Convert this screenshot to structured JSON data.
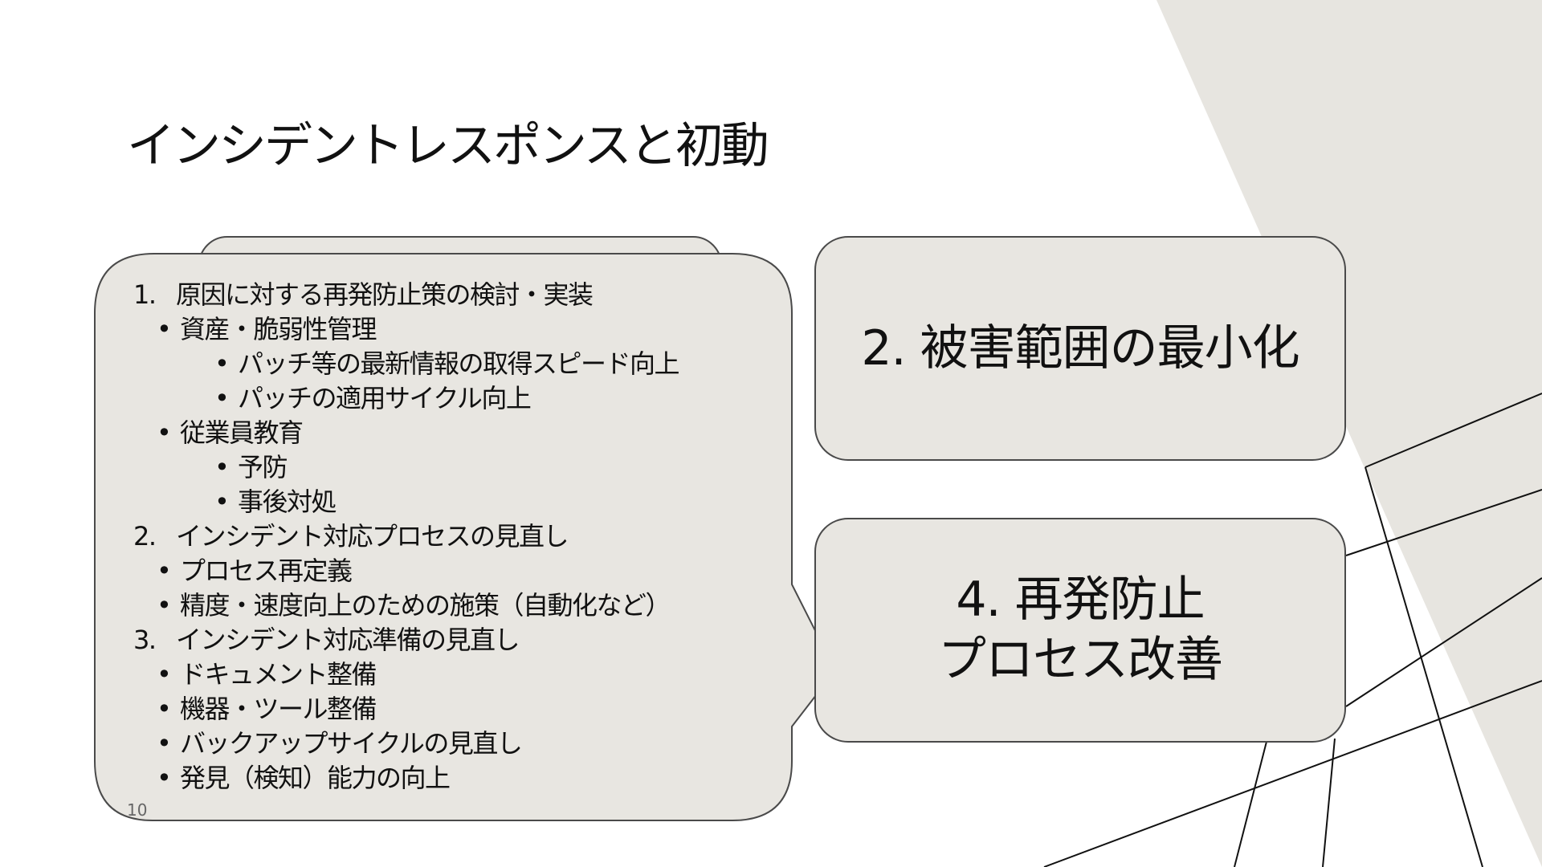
{
  "slide": {
    "title": "インシデントレスポンスと初動",
    "page_number": "10",
    "callout": {
      "items": [
        {
          "level": 1,
          "marker": "1.",
          "text": "原因に対する再発防止策の検討・実装"
        },
        {
          "level": 2,
          "marker": "•",
          "text": "資産・脆弱性管理"
        },
        {
          "level": 3,
          "marker": "•",
          "text": "パッチ等の最新情報の取得スピード向上"
        },
        {
          "level": 3,
          "marker": "•",
          "text": "パッチの適用サイクル向上"
        },
        {
          "level": 2,
          "marker": "•",
          "text": "従業員教育"
        },
        {
          "level": 3,
          "marker": "•",
          "text": "予防"
        },
        {
          "level": 3,
          "marker": "•",
          "text": "事後対処"
        },
        {
          "level": 1,
          "marker": "2.",
          "text": "インシデント対応プロセスの見直し"
        },
        {
          "level": 2,
          "marker": "•",
          "text": "プロセス再定義"
        },
        {
          "level": 2,
          "marker": "•",
          "text": "精度・速度向上のための施策（自動化など）"
        },
        {
          "level": 1,
          "marker": "3.",
          "text": "インシデント対応準備の見直し"
        },
        {
          "level": 2,
          "marker": "•",
          "text": "ドキュメント整備"
        },
        {
          "level": 2,
          "marker": "•",
          "text": "機器・ツール整備"
        },
        {
          "level": 2,
          "marker": "•",
          "text": "バックアップサイクルの見直し"
        },
        {
          "level": 2,
          "marker": "•",
          "text": "発見（検知）能力の向上"
        }
      ]
    },
    "boxes": {
      "damage": "2. 被害範囲の最小化",
      "prevention": "4. 再発防止\nプロセス改善"
    }
  },
  "colors": {
    "background": "#ffffff",
    "shape_fill": "#e8e6e1",
    "decor_fill": "#e7e5e0",
    "outline": "#4a4a4a",
    "line": "#111111",
    "text": "#111111"
  }
}
